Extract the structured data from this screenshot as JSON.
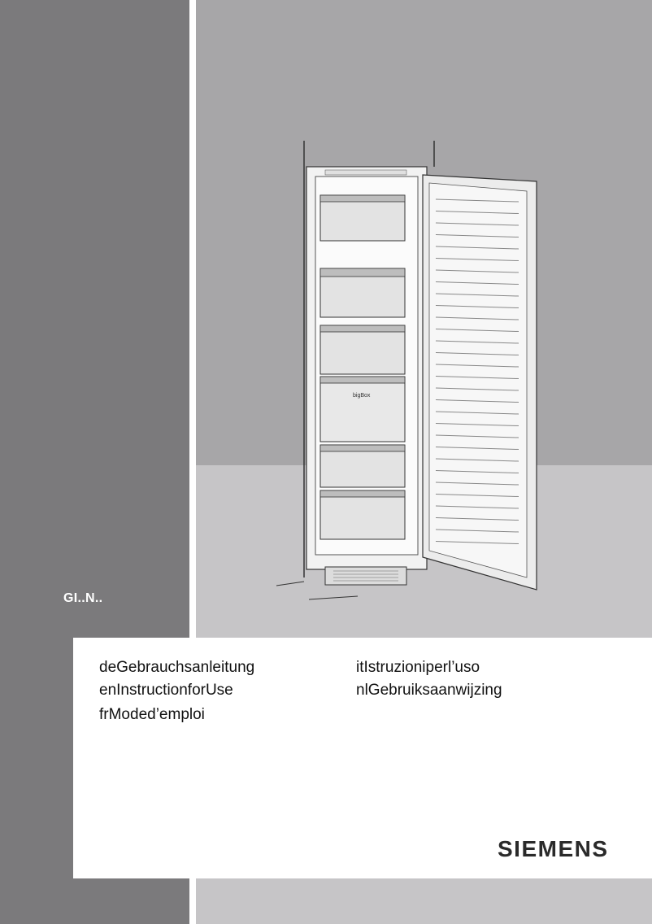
{
  "cover": {
    "model": "GI..N..",
    "brand": "SIEMENS",
    "languages": [
      {
        "code": "de",
        "title": "Gebrauchsanleitung"
      },
      {
        "code": "en",
        "title": "InstructionforUse"
      },
      {
        "code": "fr",
        "title": "Moded’emploi"
      },
      {
        "code": "it",
        "title": "Istruzioniperl’uso"
      },
      {
        "code": "nl",
        "title": "Gebruiksaanwijzing"
      }
    ],
    "illustration_label": "bigBox"
  }
}
